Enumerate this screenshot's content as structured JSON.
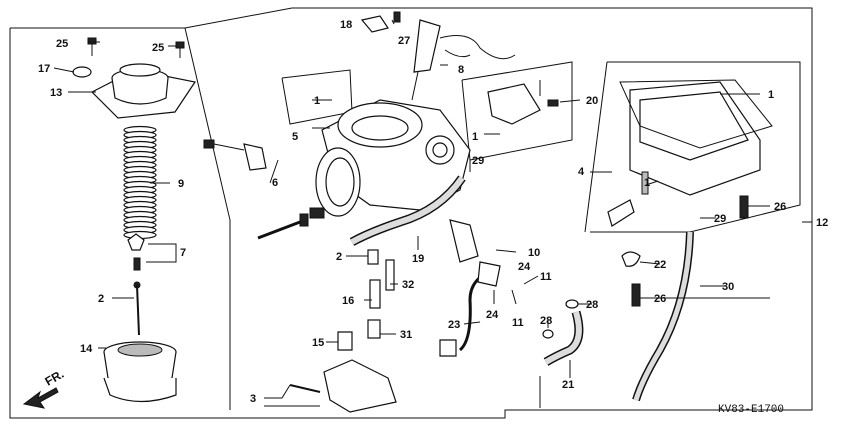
{
  "diagram": {
    "code": "KV83-E1700",
    "direction": "FR.",
    "labels": {
      "l1a": "1",
      "l1b": "1",
      "l1c": "1",
      "l1d": "1",
      "l2a": "2",
      "l2b": "2",
      "l3": "3",
      "l4": "4",
      "l5": "5",
      "l6": "6",
      "l7": "7",
      "l8": "8",
      "l9": "9",
      "l10": "10",
      "l11a": "11",
      "l11b": "11",
      "l12": "12",
      "l13": "13",
      "l14": "14",
      "l15": "15",
      "l16": "16",
      "l17": "17",
      "l18": "18",
      "l19": "19",
      "l20": "20",
      "l21": "21",
      "l22": "22",
      "l23": "23",
      "l24a": "24",
      "l24b": "24",
      "l25a": "25",
      "l25b": "25",
      "l26a": "26",
      "l26b": "26",
      "l27": "27",
      "l28a": "28",
      "l28b": "28",
      "l29a": "29",
      "l29b": "29",
      "l30": "30",
      "l31": "31",
      "l32": "32"
    }
  }
}
